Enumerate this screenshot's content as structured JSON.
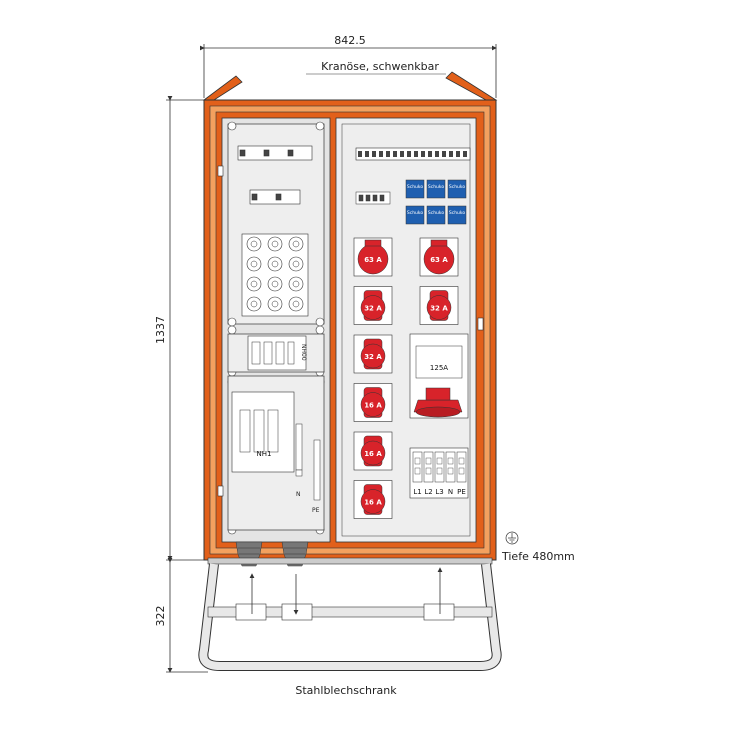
{
  "dimensions": {
    "width": "842.5",
    "height": "1337",
    "base_height": "322",
    "depth": "Tiefe 480mm"
  },
  "labels": {
    "crane_eye": "Kranöse, schwenkbar",
    "material": "Stahlblechschrank",
    "nh00": "NH00",
    "nh1": "NH1",
    "neutral": "N",
    "pe": "PE",
    "terminals": [
      "L1",
      "L2",
      "L3",
      "N",
      "PE"
    ],
    "schuko": "Schuko",
    "main_socket": "125A"
  },
  "sockets_left": [
    "63 A",
    "32 A",
    "32 A",
    "16 A",
    "16 A",
    "16 A"
  ],
  "sockets_right": [
    "63 A",
    "32 A"
  ],
  "colors": {
    "frame_orange": "#e2601a",
    "socket_red": "#d8232a",
    "schuko_blue": "#1f5fb0",
    "panel_grey": "#eeeeee"
  }
}
